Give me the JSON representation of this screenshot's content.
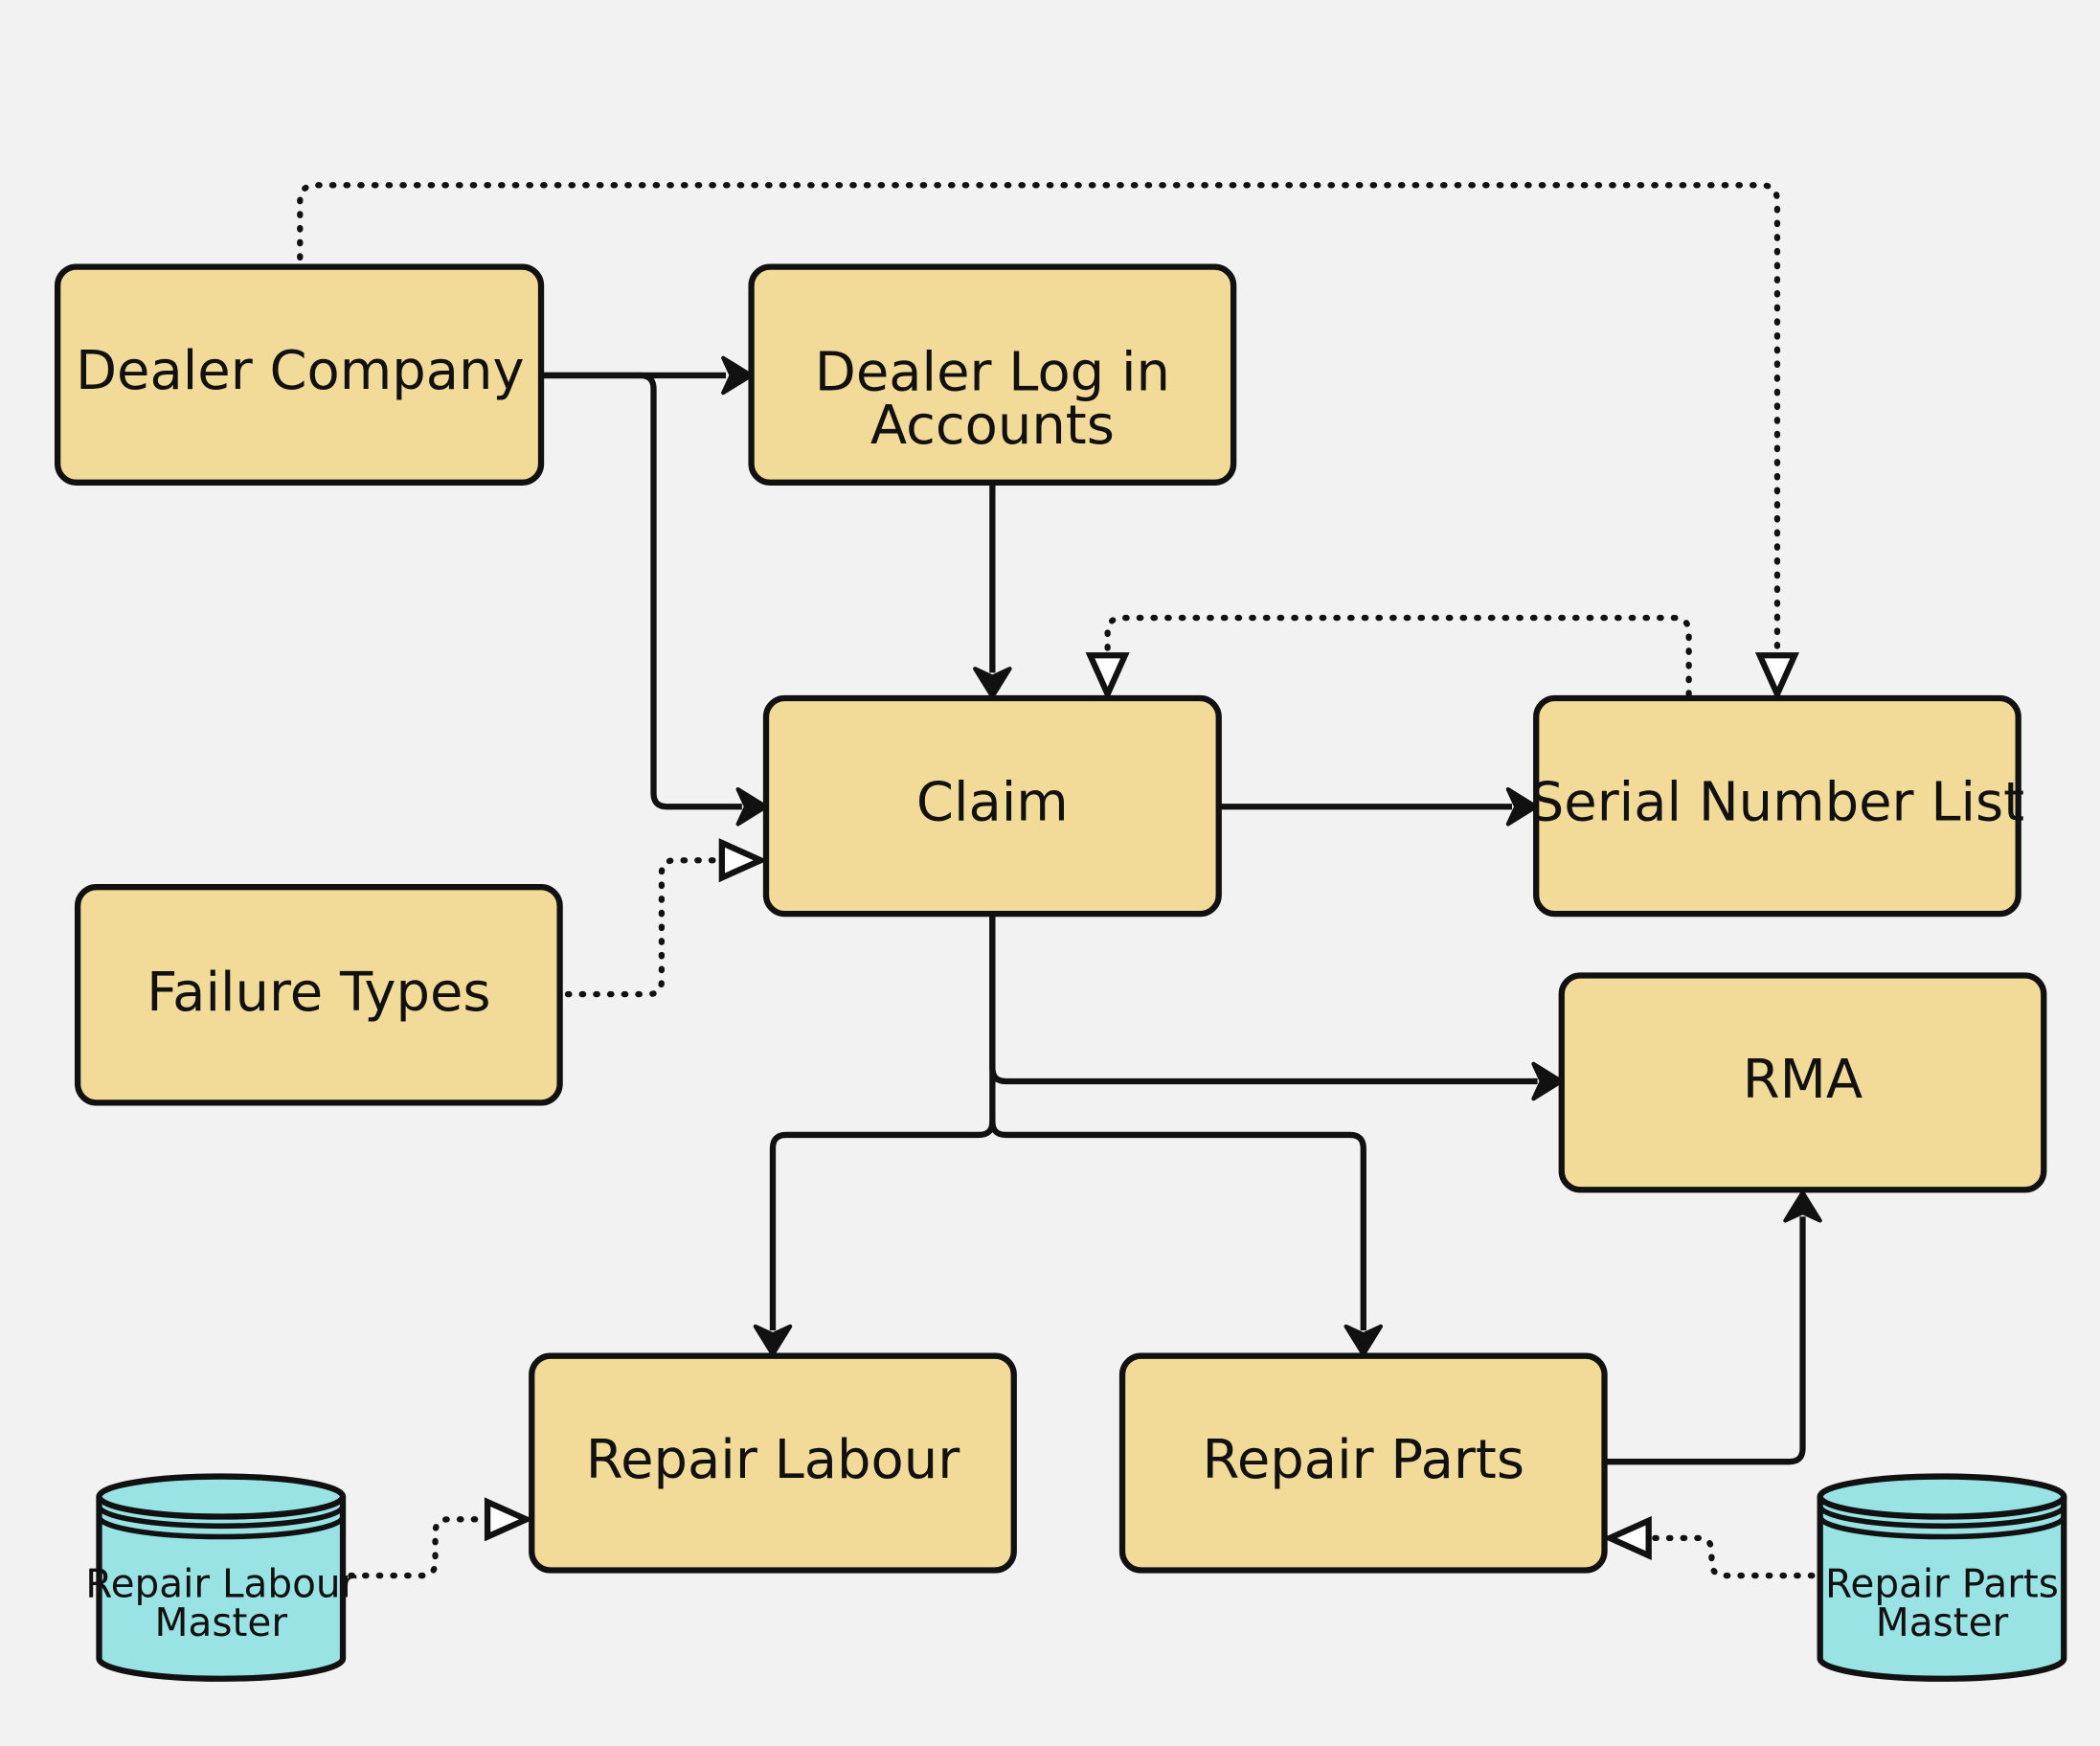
{
  "diagram": {
    "nodes": {
      "dealer_company": "Dealer Company",
      "dealer_login": [
        "Dealer Log in",
        "Accounts"
      ],
      "claim": "Claim",
      "serial_list": "Serial Number List",
      "failure_types": "Failure Types",
      "rma": "RMA",
      "repair_labour": "Repair Labour",
      "repair_parts": "Repair Parts",
      "labour_master": [
        "Repair Labour",
        "Master"
      ],
      "parts_master": [
        "Repair Parts",
        "Master"
      ]
    },
    "edges": [
      {
        "from": "Dealer Company",
        "to": "Dealer Log in Accounts",
        "style": "solid"
      },
      {
        "from": "Dealer Company",
        "to": "Claim",
        "style": "solid"
      },
      {
        "from": "Dealer Company",
        "to": "Serial Number List",
        "style": "dotted"
      },
      {
        "from": "Dealer Log in Accounts",
        "to": "Claim",
        "style": "solid"
      },
      {
        "from": "Serial Number List",
        "to": "Claim",
        "style": "dotted"
      },
      {
        "from": "Claim",
        "to": "Serial Number List",
        "style": "solid"
      },
      {
        "from": "Failure Types",
        "to": "Claim",
        "style": "dotted"
      },
      {
        "from": "Claim",
        "to": "RMA",
        "style": "solid"
      },
      {
        "from": "Claim",
        "to": "Repair Labour",
        "style": "solid"
      },
      {
        "from": "Claim",
        "to": "Repair Parts",
        "style": "solid"
      },
      {
        "from": "Repair Parts",
        "to": "RMA",
        "style": "solid"
      },
      {
        "from": "Repair Labour Master",
        "to": "Repair Labour",
        "style": "dotted"
      },
      {
        "from": "Repair Parts Master",
        "to": "Repair Parts",
        "style": "dotted"
      }
    ]
  }
}
